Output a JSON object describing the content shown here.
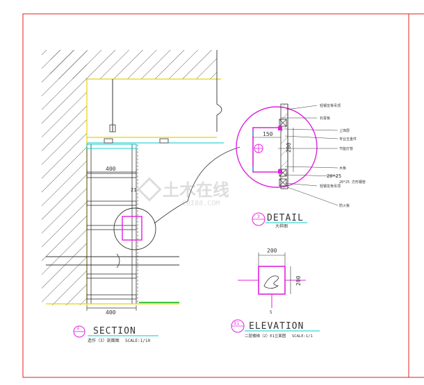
{
  "views": {
    "section": {
      "id": "F",
      "title": "SECTION",
      "subtitle": "造作（3）剖面图",
      "scale": "SCALE:1/10",
      "dim_top": "400",
      "dim_bottom": "400",
      "dim_side": "21"
    },
    "detail": {
      "id": "3",
      "title": "DETAIL",
      "subtitle": "大样图",
      "dim_width": "150",
      "dim_height": "200",
      "dim_tube": "20*25",
      "callouts": [
        "轻钢龙骨吊顶",
        "石膏板",
        "上饰层",
        "专业五金件",
        "节能灯管",
        "木板",
        "20*25 方形钢管",
        "轻钢龙骨吊顶",
        "防火板"
      ]
    },
    "elevation": {
      "id": "E1",
      "title": "ELEVATION",
      "subtitle": "二层楼梯（2）E1立面图",
      "scale": "SCALE:1/1",
      "dim_width": "200",
      "dim_height": "200",
      "dim_bottom": "5"
    }
  },
  "watermark": {
    "text": "土木在线",
    "url_text": "COI88.COM"
  },
  "colors": {
    "frame": "#e02020",
    "magenta": "#e020e0",
    "cyan": "#00c8c8",
    "yellow": "#e8d400",
    "line": "#222222",
    "green": "#00b000"
  }
}
